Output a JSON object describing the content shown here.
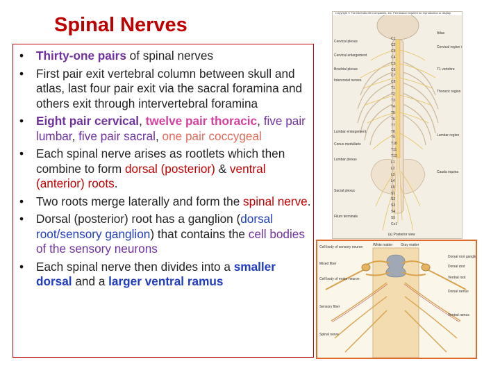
{
  "slide": {
    "title": "Spinal Nerves",
    "bullets": [
      {
        "segments": [
          {
            "text": "Thirty-one pairs",
            "style": "hl-purple bold"
          },
          {
            "text": " of spinal nerves",
            "style": ""
          }
        ]
      },
      {
        "segments": [
          {
            "text": "First pair exit vertebral column between skull and atlas, last four pair exit via the sacral foramina and others exit through intervertebral foramina",
            "style": ""
          }
        ]
      },
      {
        "segments": [
          {
            "text": "Eight pair cervical",
            "style": "hl-purple bold"
          },
          {
            "text": ", ",
            "style": ""
          },
          {
            "text": "twelve pair thoracic",
            "style": "hl-pink bold"
          },
          {
            "text": ", ",
            "style": ""
          },
          {
            "text": "five pair lumbar",
            "style": "hl-purple"
          },
          {
            "text": ", ",
            "style": ""
          },
          {
            "text": "five pair sacral",
            "style": "hl-purple"
          },
          {
            "text": ", ",
            "style": ""
          },
          {
            "text": "one pair coccygeal",
            "style": "hl-salmon"
          }
        ]
      },
      {
        "segments": [
          {
            "text": "Each spinal nerve arises as rootlets which then combine to form ",
            "style": ""
          },
          {
            "text": "dorsal (posterior)",
            "style": "hl-red"
          },
          {
            "text": " & ",
            "style": ""
          },
          {
            "text": "ventral (anterior) roots",
            "style": "hl-red"
          },
          {
            "text": ".",
            "style": ""
          }
        ]
      },
      {
        "segments": [
          {
            "text": "Two roots merge laterally and form the ",
            "style": ""
          },
          {
            "text": "spinal nerve",
            "style": "hl-red"
          },
          {
            "text": ".",
            "style": ""
          }
        ]
      },
      {
        "segments": [
          {
            "text": "Dorsal (posterior) root has a ganglion (",
            "style": ""
          },
          {
            "text": "dorsal root/sensory ganglion",
            "style": "hl-blue"
          },
          {
            "text": ") that contains the ",
            "style": ""
          },
          {
            "text": "cell bodies of the sensory neurons",
            "style": "hl-purple"
          }
        ]
      },
      {
        "segments": [
          {
            "text": "Each spinal nerve then divides into a ",
            "style": ""
          },
          {
            "text": "smaller dorsal",
            "style": "hl-blue bold"
          },
          {
            "text": " and a ",
            "style": ""
          },
          {
            "text": "larger ventral ramus",
            "style": "hl-blue bold"
          }
        ]
      }
    ]
  },
  "figure_spine": {
    "caption_top": "Copyright © The McGraw-Hill Companies, Inc. Permission required for reproduction or display.",
    "left_labels": [
      "Cervical plexus",
      "Cervical enlargement",
      "Brachial plexus",
      "Intercostal nerves",
      "Lumbar enlargement",
      "Conus medullaris",
      "Lumbar plexus",
      "Sacral plexus",
      "Filum terminale"
    ],
    "right_labels": [
      "Atlas",
      "Cervical region of spinal cord",
      "T1 vertebra",
      "Thoracic region of spinal cord",
      "Lumbar region",
      "Cauda equina"
    ],
    "segment_labels": [
      "C1",
      "C2",
      "C3",
      "C4",
      "C5",
      "C6",
      "C7",
      "C8",
      "T1",
      "T2",
      "T3",
      "T4",
      "T5",
      "T6",
      "T7",
      "T8",
      "T9",
      "T10",
      "T11",
      "T12",
      "L1",
      "L2",
      "L3",
      "L4",
      "L5",
      "S1",
      "S2",
      "S3",
      "S4",
      "S5",
      "Co1"
    ],
    "view_label": "(a) Posterior view"
  },
  "figure_cross": {
    "labels_left": [
      "Cell body of sensory neuron",
      "Mixed fiber",
      "Cell body of motor neuron",
      "Sensory fiber",
      "Spinal nerve"
    ],
    "labels_top": [
      "White matter",
      "Gray matter"
    ],
    "labels_right": [
      "Dorsal root ganglion",
      "Dorsal root",
      "Ventral root",
      "Dorsal ramus",
      "Ventral ramus"
    ]
  }
}
